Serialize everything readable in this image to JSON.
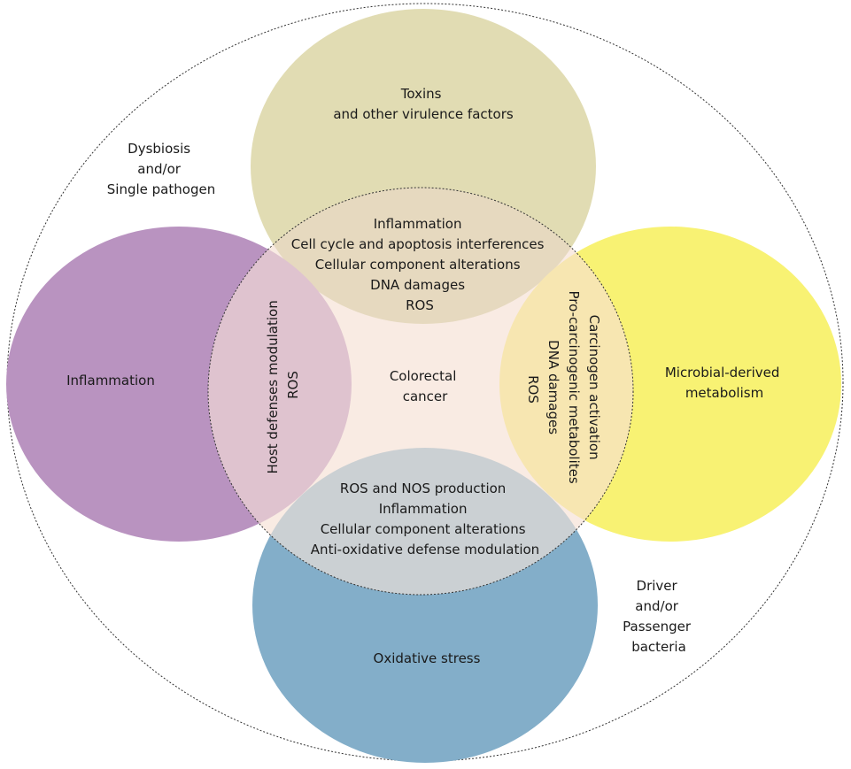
{
  "colors": {
    "toxins": "#e1dcb3",
    "inflammation": "#b993c0",
    "metabolism": "#f8f273",
    "oxidative": "#83aec9",
    "center": "#f9ebe3",
    "lens_top": "#e6d9bf",
    "lens_left": "#dfc3cf",
    "lens_right": "#f7e6b1",
    "lens_bottom": "#cbd0d3"
  },
  "outer": {
    "label_left": [
      "Dysbiosis",
      "and/or",
      "Single pathogen"
    ],
    "label_right": [
      "Driver",
      "and/or",
      "Passenger",
      "bacteria"
    ]
  },
  "center": {
    "lines": [
      "Colorectal",
      "cancer"
    ]
  },
  "circles": {
    "top": {
      "lines": [
        "Toxins",
        "and other virulence factors"
      ]
    },
    "left": {
      "lines": [
        "Inflammation"
      ]
    },
    "right": {
      "lines": [
        "Microbial-derived",
        "metabolism"
      ]
    },
    "bottom": {
      "lines": [
        "Oxidative stress"
      ]
    }
  },
  "overlaps": {
    "top": {
      "lines": [
        "Inflammation",
        "Cell cycle and apoptosis interferences",
        "Cellular component alterations",
        "DNA damages",
        "ROS"
      ]
    },
    "left": {
      "lines": [
        "Host defenses modulation",
        "ROS"
      ]
    },
    "right": {
      "lines": [
        "Carcinogen activation",
        "Pro-carcinogenic metabolites",
        "DNA damages",
        "ROS"
      ]
    },
    "bottom": {
      "lines": [
        "ROS and NOS production",
        "Inflammation",
        "Cellular component alterations",
        "Anti-oxidative defense modulation"
      ]
    }
  }
}
